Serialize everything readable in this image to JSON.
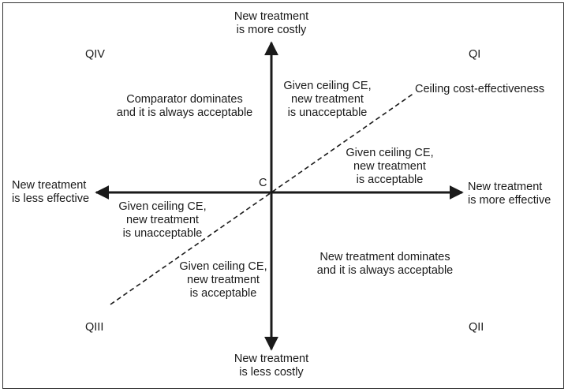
{
  "axes": {
    "top": [
      "New treatment",
      "is more costly"
    ],
    "bottom": [
      "New treatment",
      "is less costly"
    ],
    "left": [
      "New treatment",
      "is less effective"
    ],
    "right": [
      "New treatment",
      "is more effective"
    ],
    "origin": "C"
  },
  "quadrants": {
    "q1": "QI",
    "q2": "QII",
    "q3": "QIII",
    "q4": "QIV"
  },
  "ceiling_label": "Ceiling cost-effectiveness",
  "regions": {
    "q4_main": [
      "Comparator dominates",
      "and it is always acceptable"
    ],
    "q1_upper": [
      "Given ceiling CE,",
      "new treatment",
      "is unacceptable"
    ],
    "q1_lower": [
      "Given ceiling CE,",
      "new treatment",
      "is acceptable"
    ],
    "q3_upper": [
      "Given ceiling CE,",
      "new treatment",
      "is unacceptable"
    ],
    "q3_lower": [
      "Given ceiling CE,",
      "new treatment",
      "is acceptable"
    ],
    "q2_main": [
      "New treatment dominates",
      "and it is always acceptable"
    ]
  }
}
